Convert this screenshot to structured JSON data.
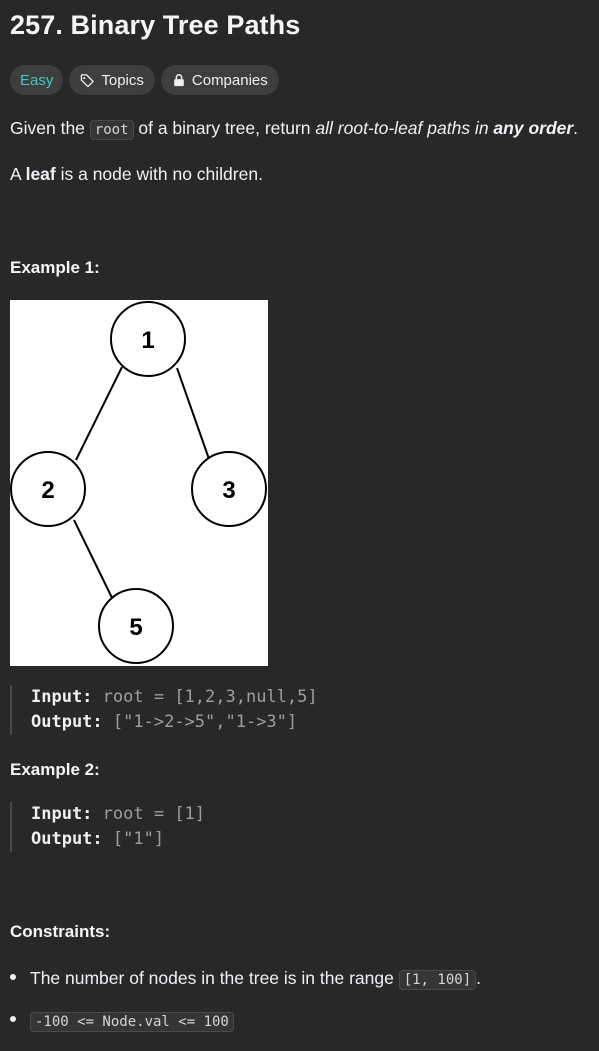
{
  "problem": {
    "title": "257. Binary Tree Paths",
    "tags": {
      "difficulty": "Easy",
      "topics": "Topics",
      "companies": "Companies"
    },
    "description": {
      "p1_before": "Given the ",
      "p1_code": "root",
      "p1_mid": " of a binary tree, return ",
      "p1_italic": "all root-to-leaf paths in ",
      "p1_bold_italic": "any order",
      "p1_end": ".",
      "p2_before": "A ",
      "p2_bold": "leaf",
      "p2_after": " is a node with no children."
    },
    "example1": {
      "heading": "Example 1:",
      "input_label": "Input:",
      "input_value": "root = [1,2,3,null,5]",
      "output_label": "Output:",
      "output_value": "[\"1->2->5\",\"1->3\"]",
      "tree_nodes": [
        "1",
        "2",
        "3",
        "5"
      ]
    },
    "example2": {
      "heading": "Example 2:",
      "input_label": "Input:",
      "input_value": "root = [1]",
      "output_label": "Output:",
      "output_value": "[\"1\"]"
    },
    "constraints": {
      "heading": "Constraints:",
      "c1_text": "The number of nodes in the tree is in the range ",
      "c1_code": "[1, 100]",
      "c1_end": ".",
      "c2_code": "-100 <= Node.val <= 100"
    }
  },
  "colors": {
    "background": "#282828",
    "easy": "#46c6c2",
    "tag_bg": "#3e3e3e"
  }
}
